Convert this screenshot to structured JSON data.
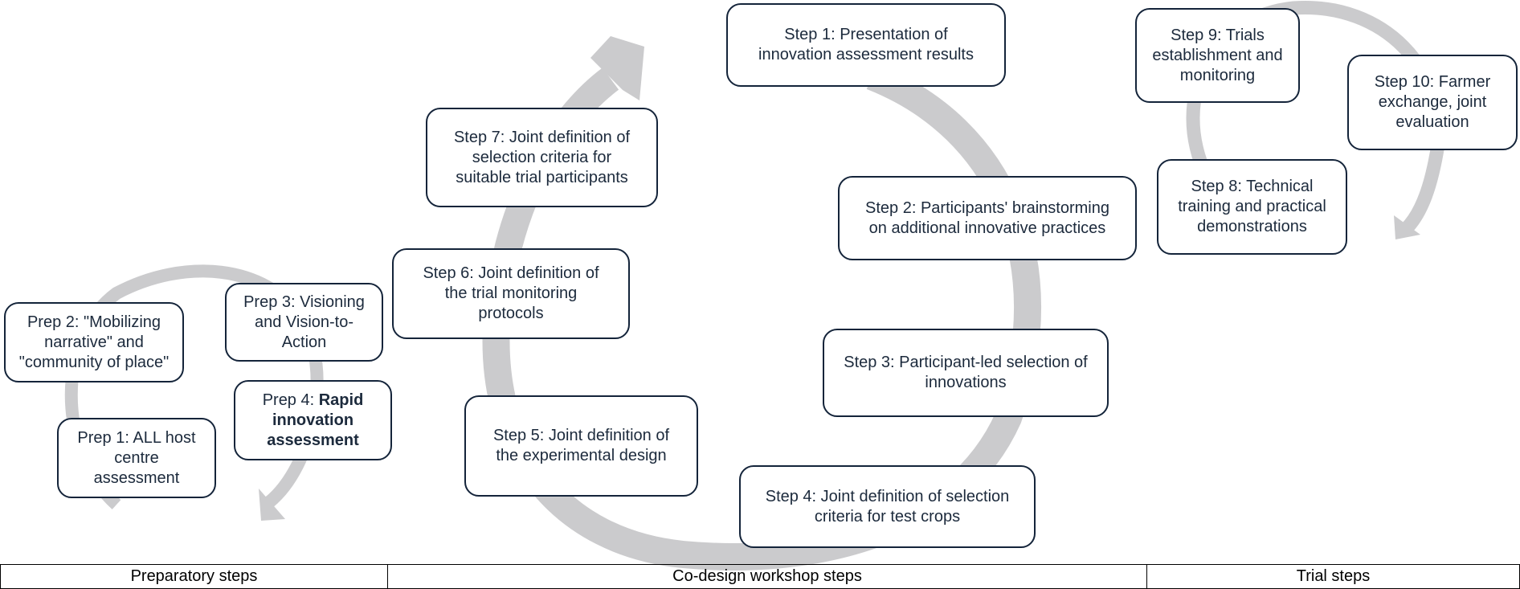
{
  "colors": {
    "arrow": "#cbcbcd",
    "box_border": "#14243a",
    "text": "#1c2a3c"
  },
  "preparatory": [
    {
      "id": "prep2",
      "lines": [
        "Prep 2: \"Mobilizing",
        "narrative\" and",
        "\"community of place\""
      ]
    },
    {
      "id": "prep3",
      "lines": [
        "Prep 3: Visioning",
        "and Vision-to-",
        "Action"
      ]
    },
    {
      "id": "prep1",
      "lines": [
        "Prep 1: ALL host",
        "centre",
        "assessment"
      ]
    },
    {
      "id": "prep4",
      "line1_prefix": "Prep 4: ",
      "line1_bold": "Rapid",
      "bold_lines": [
        "innovation",
        "assessment"
      ]
    }
  ],
  "codesign": [
    {
      "id": "step1",
      "lines": [
        "Step 1: Presentation of",
        "innovation assessment results"
      ]
    },
    {
      "id": "step2",
      "lines": [
        "Step 2: Participants' brainstorming",
        "on additional innovative practices"
      ]
    },
    {
      "id": "step3",
      "lines": [
        "Step 3: Participant-led selection of",
        "innovations"
      ]
    },
    {
      "id": "step4",
      "lines": [
        "Step 4: Joint definition of selection",
        "criteria for test crops"
      ]
    },
    {
      "id": "step5",
      "lines": [
        "Step 5: Joint definition of",
        "the experimental design"
      ]
    },
    {
      "id": "step6",
      "lines": [
        "Step 6: Joint definition of",
        "the trial monitoring",
        "protocols"
      ]
    },
    {
      "id": "step7",
      "lines": [
        "Step 7: Joint definition of",
        "selection criteria for",
        "suitable trial participants"
      ]
    }
  ],
  "trial": [
    {
      "id": "step9",
      "lines": [
        "Step 9: Trials",
        "establishment and",
        "monitoring"
      ]
    },
    {
      "id": "step10",
      "lines": [
        "Step 10: Farmer",
        "exchange, joint",
        "evaluation"
      ]
    },
    {
      "id": "step8",
      "lines": [
        "Step 8: Technical",
        "training and practical",
        "demonstrations"
      ]
    }
  ],
  "footer": [
    "Preparatory steps",
    "Co-design workshop steps",
    "Trial steps"
  ]
}
